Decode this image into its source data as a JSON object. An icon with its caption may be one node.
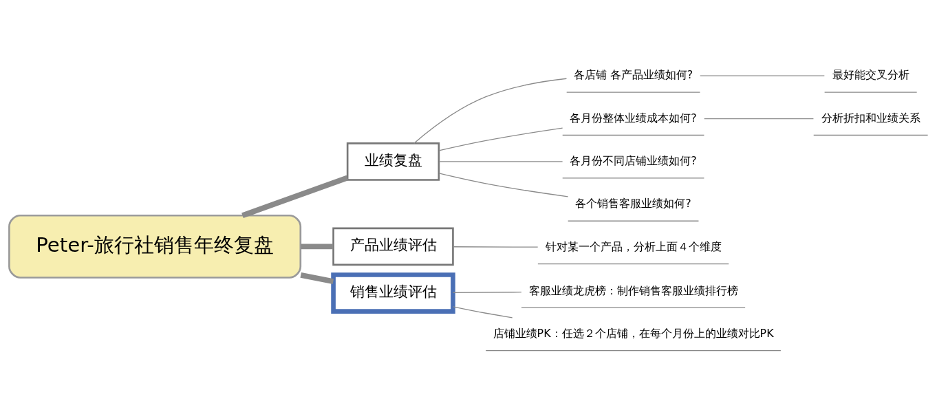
{
  "diagram": {
    "nodes": [
      {
        "text": [
          "Peter-旅行社销售年终复盘"
        ]
      },
      {
        "text": [
          "业绩复盘"
        ]
      },
      {
        "text": [
          "各店铺 各产品业绩如何?"
        ]
      },
      {
        "text": [
          "最好能交叉分析"
        ]
      },
      {
        "text": [
          "各月份整体业绩成本如何?"
        ]
      },
      {
        "text": [
          "分析折扣和业绩关系"
        ]
      },
      {
        "text": [
          "各月份不同店铺业绩如何?"
        ]
      },
      {
        "text": [
          "各个销售客服业绩如何?"
        ]
      },
      {
        "text": [
          "产品业绩评估"
        ]
      },
      {
        "text": [
          "针对某一个产品，分析上面４个维度"
        ]
      },
      {
        "text": [
          "销售业绩评估"
        ]
      },
      {
        "text": [
          "客服业绩龙虎榜：制作销售客服业绩排行榜"
        ]
      },
      {
        "text": [
          "店铺业绩PK：任选２个店铺，在每个月份上的业绩对比PK"
        ]
      }
    ],
    "edges": [
      {
        "from": 0,
        "to": 1,
        "arrow": "none",
        "style": "thick"
      },
      {
        "from": 1,
        "to": 2,
        "arrow": "none"
      },
      {
        "from": 2,
        "to": 3,
        "arrow": "none"
      },
      {
        "from": 1,
        "to": 4,
        "arrow": "none"
      },
      {
        "from": 4,
        "to": 5,
        "arrow": "none"
      },
      {
        "from": 1,
        "to": 6,
        "arrow": "none"
      },
      {
        "from": 1,
        "to": 7,
        "arrow": "none"
      },
      {
        "from": 0,
        "to": 8,
        "arrow": "none",
        "style": "thick"
      },
      {
        "from": 8,
        "to": 9,
        "arrow": "none"
      },
      {
        "from": 0,
        "to": 10,
        "arrow": "none",
        "style": "thick"
      },
      {
        "from": 10,
        "to": 11,
        "arrow": "none"
      },
      {
        "from": 10,
        "to": 12,
        "arrow": "none"
      }
    ]
  }
}
